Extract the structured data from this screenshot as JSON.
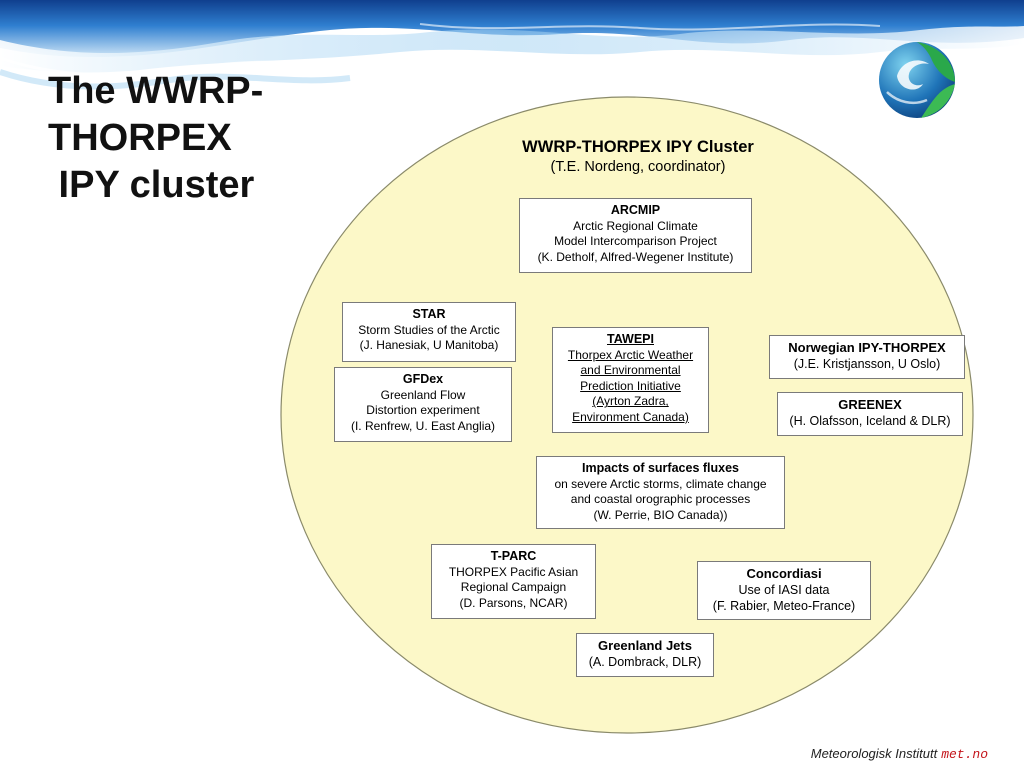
{
  "slide": {
    "title": "The WWRP-\nTHORPEX\n IPY cluster",
    "footer_org": "Meteorologisk Institutt",
    "footer_domain": "met.no"
  },
  "colors": {
    "circle_fill": "#fcf8c8",
    "circle_stroke": "#8a8a6a",
    "wave_blue": "#2a6fc2",
    "footer_domain": "#c4161c"
  },
  "icons": [
    "wave-banner",
    "met-logo-icon"
  ],
  "cluster": {
    "title": "WWRP-THORPEX IPY Cluster",
    "coordinator": "(T.E. Nordeng, coordinator)"
  },
  "projects": {
    "arcmip": {
      "name": "ARCMIP",
      "lines": [
        "Arctic Regional Climate",
        "Model Intercomparison Project",
        "(K. Detholf, Alfred-Wegener Institute)"
      ]
    },
    "star": {
      "name": "STAR",
      "lines": [
        "Storm Studies of the Arctic",
        "(J. Hanesiak, U Manitoba)"
      ]
    },
    "tawepi": {
      "name": "TAWEPI",
      "lines": [
        "Thorpex Arctic Weather",
        "and  Environmental",
        "Prediction Initiative",
        "(Ayrton Zadra,",
        "Environment Canada)"
      ]
    },
    "norwegian": {
      "name": "Norwegian IPY-THORPEX",
      "lines": [
        "(J.E. Kristjansson, U Oslo)"
      ]
    },
    "gfdex": {
      "name": "GFDex",
      "lines": [
        "Greenland Flow",
        "Distortion experiment",
        "(I. Renfrew, U. East Anglia)"
      ]
    },
    "greenex": {
      "name": "GREENEX",
      "lines": [
        "(H. Olafsson, Iceland & DLR)"
      ]
    },
    "impacts": {
      "name": "Impacts of surfaces fluxes",
      "lines": [
        "on severe Arctic storms, climate change",
        "and coastal orographic processes",
        "(W. Perrie, BIO Canada))"
      ]
    },
    "tparc": {
      "name": "T-PARC",
      "lines": [
        "THORPEX Pacific Asian",
        "Regional Campaign",
        "(D. Parsons, NCAR)"
      ]
    },
    "concordiasi": {
      "name": "Concordiasi",
      "lines": [
        "Use of IASI data",
        "(F. Rabier, Meteo-France)"
      ]
    },
    "greenland_jets": {
      "name": "Greenland Jets",
      "lines": [
        "(A. Dombrack, DLR)"
      ]
    }
  }
}
